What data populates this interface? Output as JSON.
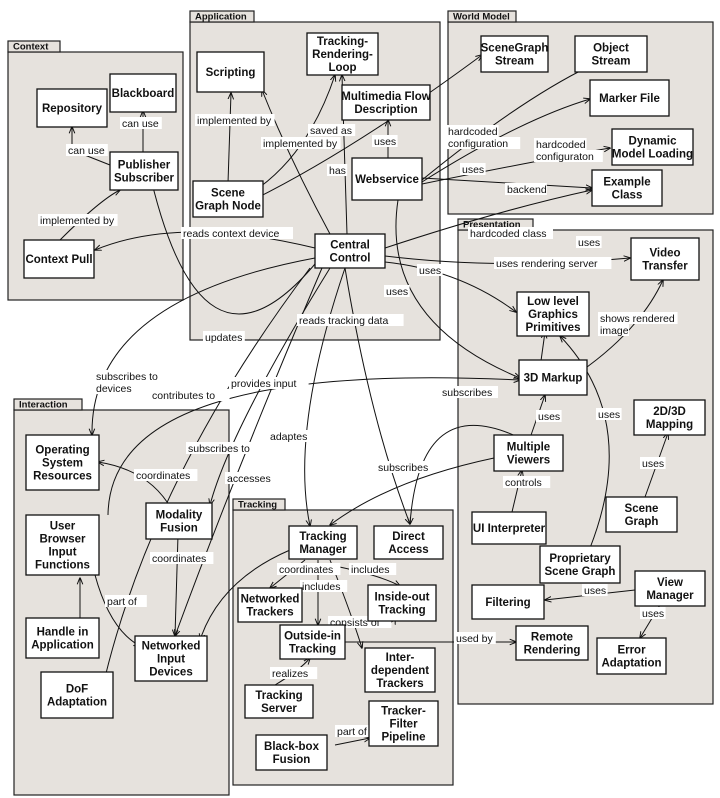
{
  "packages": {
    "context": "Context",
    "application": "Application",
    "world_model": "World Model",
    "presentation": "Presentation",
    "interaction": "Interaction",
    "tracking": "Tracking"
  },
  "components": {
    "repository": [
      "Repository"
    ],
    "blackboard": [
      "Blackboard"
    ],
    "publisher_subscriber": [
      "Publisher",
      "Subscriber"
    ],
    "context_pull": [
      "Context Pull"
    ],
    "scripting": [
      "Scripting"
    ],
    "tracking_rendering_loop": [
      "Tracking-",
      "Rendering-",
      "Loop"
    ],
    "multimedia_flow": [
      "Multimedia Flow",
      "Description"
    ],
    "scene_graph_node": [
      "Scene",
      "Graph Node"
    ],
    "webservice": [
      "Webservice"
    ],
    "central_control": [
      "Central",
      "Control"
    ],
    "scenegraph_stream": [
      "SceneGraph",
      "Stream"
    ],
    "object_stream": [
      "Object",
      "Stream"
    ],
    "marker_file": [
      "Marker File"
    ],
    "dynamic_model_loading": [
      "Dynamic",
      "Model Loading"
    ],
    "example_class": [
      "Example",
      "Class"
    ],
    "video_transfer": [
      "Video",
      "Transfer"
    ],
    "low_level_graphics": [
      "Low level",
      "Graphics",
      "Primitives"
    ],
    "markup_3d": [
      "3D Markup"
    ],
    "mapping_2d3d": [
      "2D/3D",
      "Mapping"
    ],
    "multiple_viewers": [
      "Multiple",
      "Viewers"
    ],
    "ui_interpreter": [
      "UI Interpreter"
    ],
    "scene_graph": [
      "Scene",
      "Graph"
    ],
    "proprietary_scene_graph": [
      "Proprietary",
      "Scene Graph"
    ],
    "view_manager": [
      "View",
      "Manager"
    ],
    "filtering": [
      "Filtering"
    ],
    "remote_rendering": [
      "Remote",
      "Rendering"
    ],
    "error_adaptation": [
      "Error",
      "Adaptation"
    ],
    "operating_system_resources": [
      "Operating",
      "System",
      "Resources"
    ],
    "user_browser_input": [
      "User",
      "Browser",
      "Input",
      "Functions"
    ],
    "modality_fusion": [
      "Modality",
      "Fusion"
    ],
    "handle_in_application": [
      "Handle in",
      "Application"
    ],
    "networked_input_devices": [
      "Networked",
      "Input",
      "Devices"
    ],
    "dof_adaptation": [
      "DoF",
      "Adaptation"
    ],
    "tracking_manager": [
      "Tracking",
      "Manager"
    ],
    "direct_access": [
      "Direct",
      "Access"
    ],
    "networked_trackers": [
      "Networked",
      "Trackers"
    ],
    "inside_out_tracking": [
      "Inside-out",
      "Tracking"
    ],
    "outside_in_tracking": [
      "Outside-in",
      "Tracking"
    ],
    "interdependent_trackers": [
      "Inter-",
      "dependent",
      "Trackers"
    ],
    "tracking_server": [
      "Tracking",
      "Server"
    ],
    "tracker_filter_pipeline": [
      "Tracker-",
      "Filter",
      "Pipeline"
    ],
    "blackbox_fusion": [
      "Black-box",
      "Fusion"
    ]
  },
  "edge_labels": {
    "can_use_1": "can use",
    "can_use_2": "can use",
    "implemented_by_ctx": "implemented by",
    "implemented_by_app1": "implemented by",
    "implemented_by_app2": "implemented by",
    "saved_as": "saved as",
    "uses_mm": "uses",
    "has": "has",
    "hardcoded_configuration": [
      "hardcoded",
      "configuration"
    ],
    "hardcoded_configuraton": [
      "hardcoded",
      "configuraton"
    ],
    "uses_ws": "uses",
    "backend": "backend",
    "hardcoded_class": "hardcoded class",
    "reads_context_device": "reads context device",
    "uses_cc": "uses",
    "uses_ws2": "uses",
    "uses_vt": "uses",
    "uses_rendering_server": "uses rendering server",
    "shows_rendered_image": [
      "shows rendered",
      "image"
    ],
    "reads_tracking_data": "reads tracking data",
    "updates": "updates",
    "subscribes_to_devices": [
      "subscribes to",
      "devices"
    ],
    "provides_input": "provides input",
    "contributes_to": "contributes to",
    "subscribes_mv": "subscribes",
    "uses_mv": "uses",
    "uses_psg": "uses",
    "uses_mapping": "uses",
    "subscribes_to": "subscribes to",
    "adaptes": "adaptes",
    "subscribes_tm": "subscribes",
    "coordinates_1": "coordinates",
    "accesses": "accesses",
    "controls": "controls",
    "coordinates_2": "coordinates",
    "coordinates_3": "coordinates",
    "includes_1": "includes",
    "includes_2": "includes",
    "part_of_1": "part of",
    "consists_of": "consists of",
    "uses_filtering": "uses",
    "used_by": "used by",
    "uses_error": "uses",
    "realizes": "realizes",
    "part_of_2": "part of"
  }
}
